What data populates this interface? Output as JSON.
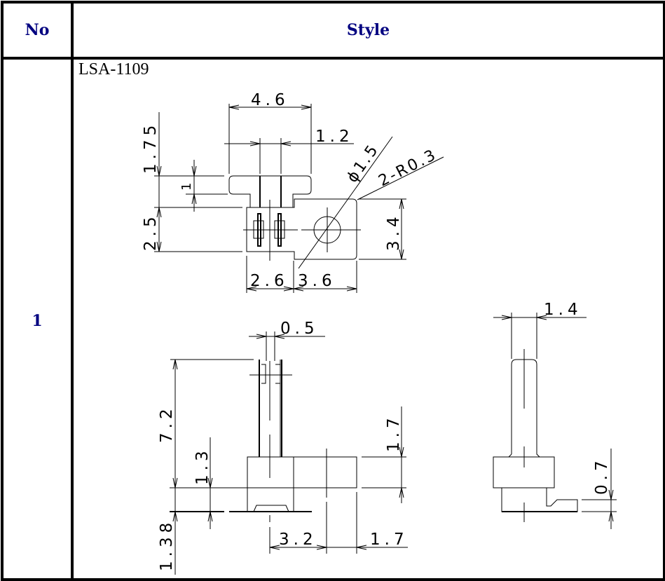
{
  "table": {
    "headers": {
      "no": "No",
      "style": "Style"
    },
    "rows": [
      {
        "no": "1",
        "model": "LSA-1109"
      }
    ]
  },
  "drawing": {
    "top_view": {
      "width_total": "4.6",
      "pin_gap": "1.2",
      "tab_height_1_75": "1.75",
      "tab_thickness": "1",
      "body_height": "2.5",
      "hole_diameter": "ϕ1.5",
      "corner_radius": "2-R0.3",
      "flange_height": "3.4",
      "body_left_width": "2.6",
      "body_right_width": "3.6"
    },
    "front_view": {
      "pin_width": "0.5",
      "total_height": "7.2",
      "base_height": "1.3",
      "below_base": "1.38",
      "center_offset": "3.2",
      "right_offset": "1.7",
      "body_height": "1.7"
    },
    "side_view": {
      "pin_width": "1.4",
      "foot_thickness": "0.7"
    }
  }
}
